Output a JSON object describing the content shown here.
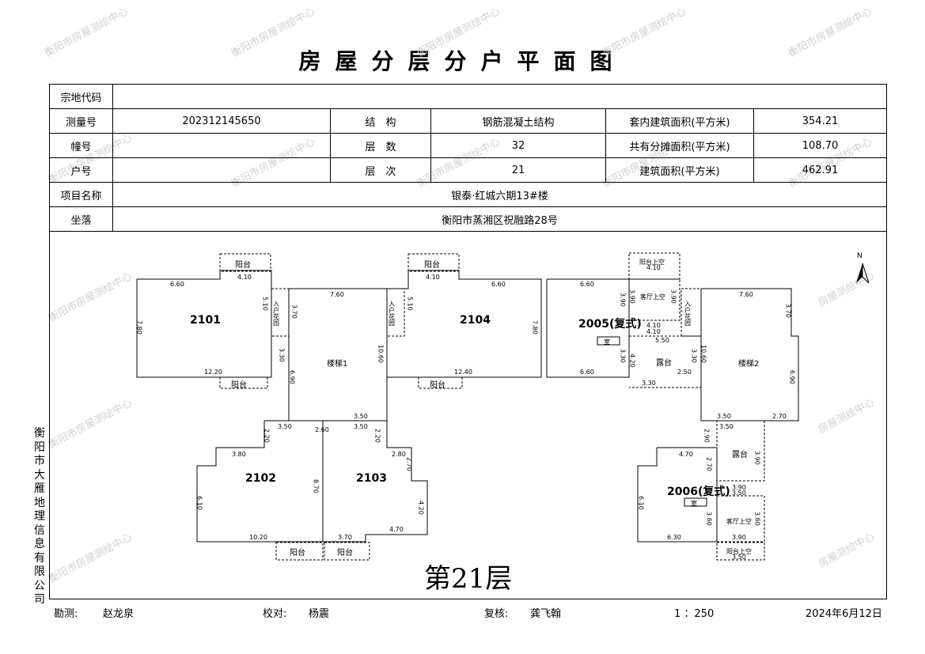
{
  "title": "房屋分层分户平面图",
  "watermark_text": "衡阳市房屋测绘中心",
  "watermark_text_short": "房屋测绘中心",
  "company_vertical": "衡阳市大雁地理信息有限公司",
  "info": {
    "parcel_code_label": "宗地代码",
    "parcel_code_value": "",
    "survey_no_label": "测量号",
    "survey_no_value": "202312145650",
    "structure_label": "结　构",
    "structure_value": "钢筋混凝土结构",
    "inner_area_label": "套内建筑面积(平方米)",
    "inner_area_value": "354.21",
    "building_no_label": "幢号",
    "building_no_value": "",
    "floors_label": "层　数",
    "floors_value": "32",
    "shared_area_label": "共有分摊面积(平方米)",
    "shared_area_value": "108.70",
    "unit_no_label": "户号",
    "unit_no_value": "",
    "floor_no_label": "层　次",
    "floor_no_value": "21",
    "build_area_label": "建筑面积(平方米)",
    "build_area_value": "462.91",
    "project_label": "项目名称",
    "project_value": "银泰·红城六期13#楼",
    "location_label": "坐落",
    "location_value": "衡阳市蒸湘区祝融路28号"
  },
  "plan": {
    "floor_label": "第21层",
    "north": "N",
    "units": {
      "u2101": "2101",
      "u2104": "2104",
      "u2102": "2102",
      "u2103": "2103",
      "u2005": "2005(复式)",
      "u2006": "2006(复式)"
    },
    "rooms": {
      "stair1": "楼梯1",
      "stair2": "楼梯2",
      "balcony": "阳台",
      "dew_terrace": "露台",
      "hall_above": "客厅上空",
      "balcony_above": "阳台上空",
      "entry_garden": "入户花园",
      "room": "室"
    },
    "dims": {
      "d660": "6.60",
      "d410": "4.10",
      "d510": "5.10",
      "d370": "3.70",
      "d760": "7.60",
      "d780": "7.80",
      "d1220": "12.20",
      "d1240": "12.40",
      "d330": "3.30",
      "d1060": "10.60",
      "d690": "6.90",
      "d350": "3.50",
      "d260": "2.60",
      "d220": "2.20",
      "d380": "3.80",
      "d610": "6.10",
      "d1020": "10.20",
      "d870": "8.70",
      "d280": "2.80",
      "d270": "2.70",
      "d420": "4.20",
      "d470": "4.70",
      "d390": "3.90",
      "d550": "5.50",
      "d250": "2.50",
      "d630": "6.30",
      "d360": "3.60",
      "d290": "2.90"
    }
  },
  "footer": {
    "survey_label": "勘测:",
    "survey_value": "赵龙泉",
    "check_label": "校对:",
    "check_value": "杨震",
    "review_label": "复核:",
    "review_value": "龚飞翰",
    "scale": "1 ：250",
    "date": "2024年6月12日"
  }
}
